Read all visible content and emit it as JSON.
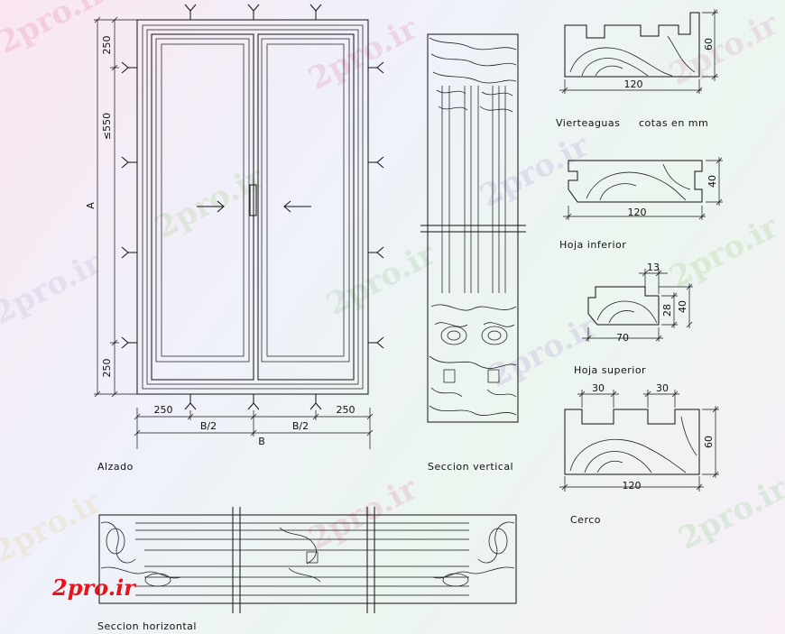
{
  "watermark": "2pro.ir",
  "logo": "2pro.ir",
  "elevation": {
    "label": "Alzado",
    "dim_top": "250",
    "dim_middle": "≤550",
    "dim_bottom": "250",
    "dim_height": "A",
    "dim_left": "250",
    "dim_half_left": "B/2",
    "dim_half_right": "B/2",
    "dim_right": "250",
    "dim_width": "B"
  },
  "vertical_section": {
    "label": "Seccion vertical"
  },
  "horizontal_section": {
    "label": "Seccion horizontal"
  },
  "profiles": {
    "vierteaguas": {
      "label": "Vierteaguas",
      "note": "cotas en mm",
      "width": "120",
      "height": "60"
    },
    "hoja_inferior": {
      "label": "Hoja inferior",
      "width": "120",
      "height": "40"
    },
    "hoja_superior": {
      "label": "Hoja superior",
      "top": "13",
      "width": "70",
      "inner": "28",
      "height": "40"
    },
    "cerco": {
      "label": "Cerco",
      "left_rebate": "30",
      "right_rebate": "30",
      "width": "120",
      "height": "60"
    }
  },
  "colors": {
    "logo": "#e8141c",
    "line": "#111111"
  }
}
